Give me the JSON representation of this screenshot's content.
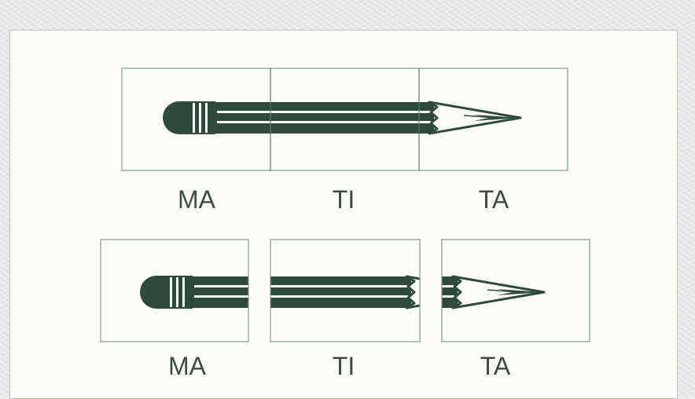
{
  "colors": {
    "pencil": "#2d4a3d",
    "frame": "#7f9890",
    "paper": "#fdfdf8",
    "label": "#3d4b47"
  },
  "top_row": {
    "syllables": [
      "MA",
      "TI",
      "TA"
    ]
  },
  "bottom_row": {
    "syllables": [
      "MA",
      "TI",
      "TA"
    ]
  }
}
